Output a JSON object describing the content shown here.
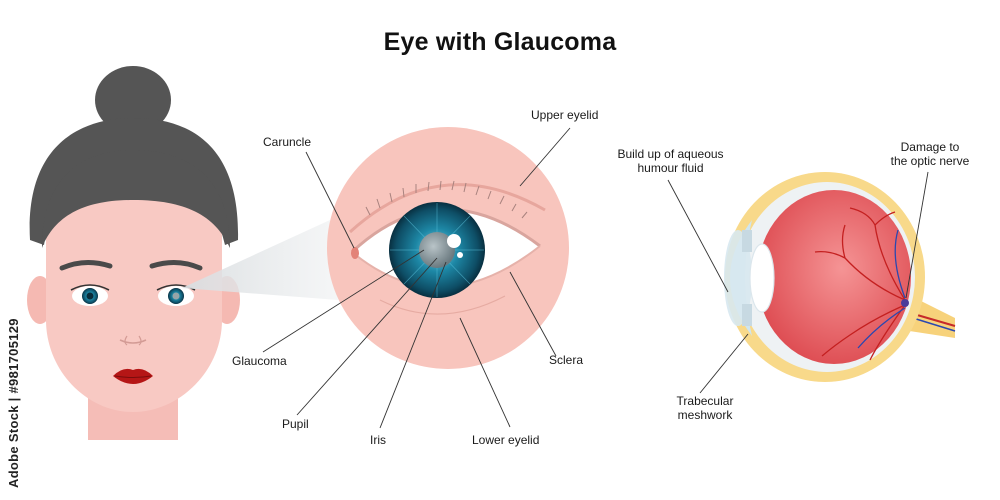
{
  "title": "Eye with Glaucoma",
  "labels": {
    "caruncle": "Caruncle",
    "upper_eyelid": "Upper eyelid",
    "glaucoma": "Glaucoma",
    "pupil": "Pupil",
    "iris": "Iris",
    "lower_eyelid": "Lower eyelid",
    "sclera": "Sclera",
    "build_up_line1": "Build up of aqueous",
    "build_up_line2": "humour fluid",
    "damage_line1": "Damage to",
    "damage_line2": "the optic nerve",
    "trabecular_line1": "Trabecular",
    "trabecular_line2": "meshwork"
  },
  "watermark": "Adobe Stock | #981705129",
  "colors": {
    "skin": "#f8c9c3",
    "hair": "#555555",
    "iris": "#1c7a94",
    "lips": "#b51616",
    "retina": "#e4545a",
    "sclera_yellow": "#f8d98a"
  }
}
